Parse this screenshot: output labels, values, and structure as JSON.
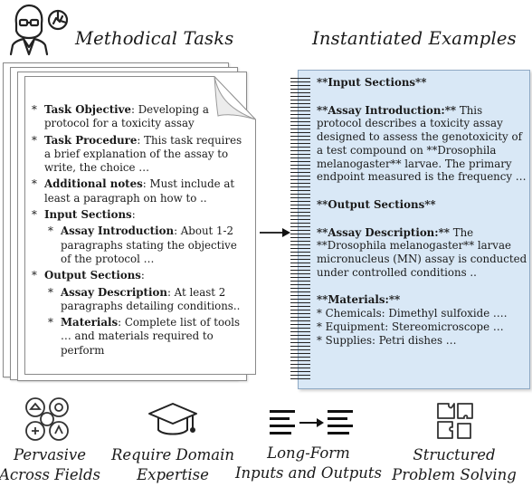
{
  "header": {
    "left_title": "Methodical Tasks",
    "right_title": "Instantiated Examples"
  },
  "task_document": {
    "bullets": [
      {
        "label": "Task Objective",
        "text": ": Developing a protocol for a toxicity assay"
      },
      {
        "label": "Task Procedure",
        "text": ": This task requires a brief explanation of the assay to write, the choice …"
      },
      {
        "label": "Additional notes",
        "text": ": Must include at least a paragraph on how to .."
      },
      {
        "label": "Input Sections",
        "text": ":"
      },
      {
        "label": "Assay Introduction",
        "text": ": About 1-2 paragraphs stating the objective of the protocol …",
        "sub": true
      },
      {
        "label": "Output Sections",
        "text": ":"
      },
      {
        "label": "Assay Description",
        "text": ": At least 2 paragraphs detailing conditions..",
        "sub": true
      },
      {
        "label": "Materials",
        "text": ": Complete list of tools … and materials required to perform",
        "sub": true
      }
    ]
  },
  "example_notebook": {
    "input_header": "**Input Sections**",
    "intro_label": "**Assay Introduction:**",
    "intro_text": " This protocol describes a toxicity assay designed to assess the genotoxicity of a test compound on **Drosophila melanogaster** larvae. The primary endpoint measured is the frequency …",
    "output_header": "**Output Sections**",
    "desc_label": "**Assay Description:**",
    "desc_text": " The **Drosophila melanogaster** larvae micronucleus (MN) assay is conducted under controlled conditions ..",
    "materials_label": "**Materials:**",
    "materials": [
      "* Chemicals: Dimethyl sulfoxide ….",
      "* Equipment: Stereomicroscope …",
      "* Supplies: Petri dishes …"
    ]
  },
  "features": [
    {
      "icon": "fields-icon",
      "line1": "Pervasive",
      "line2": "Across Fields"
    },
    {
      "icon": "graduation-cap-icon",
      "line1": "Require Domain",
      "line2": "Expertise"
    },
    {
      "icon": "long-form-arrow-icon",
      "line1": "Long-Form",
      "line2": "Inputs and Outputs"
    },
    {
      "icon": "puzzle-icon",
      "line1": "Structured",
      "line2": "Problem Solving"
    }
  ]
}
